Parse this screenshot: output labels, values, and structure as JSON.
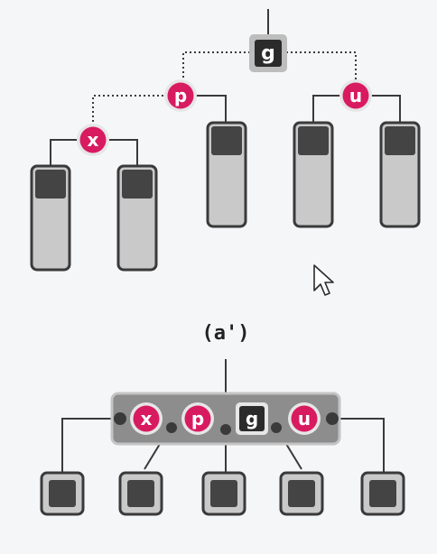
{
  "upper_tree": {
    "root": {
      "label": "g",
      "color": "black"
    },
    "left_child": {
      "label": "p",
      "color": "red"
    },
    "right_child": {
      "label": "u",
      "color": "red"
    },
    "left_grandchild": {
      "label": "x",
      "color": "red"
    },
    "subtree_count": 5,
    "link_style": "dotted links from g to p and from g to u and p to x; solid links to subtrees"
  },
  "lower_tree": {
    "caption": "(a')",
    "node_labels": [
      "x",
      "p",
      "g",
      "u"
    ],
    "node_colors": [
      "red",
      "red",
      "black",
      "red"
    ],
    "child_count": 5
  },
  "colors": {
    "red_node": "#d81b60",
    "black_node": "#2b2b2b",
    "subtree_body": "#c9c9c9",
    "subtree_outline": "#3a3a3a",
    "link": "#3a3a3a",
    "background": "#f5f6f8",
    "merged_node_bg": "#8d8d8d"
  },
  "icons": {
    "cursor": "mouse-pointer-icon"
  }
}
